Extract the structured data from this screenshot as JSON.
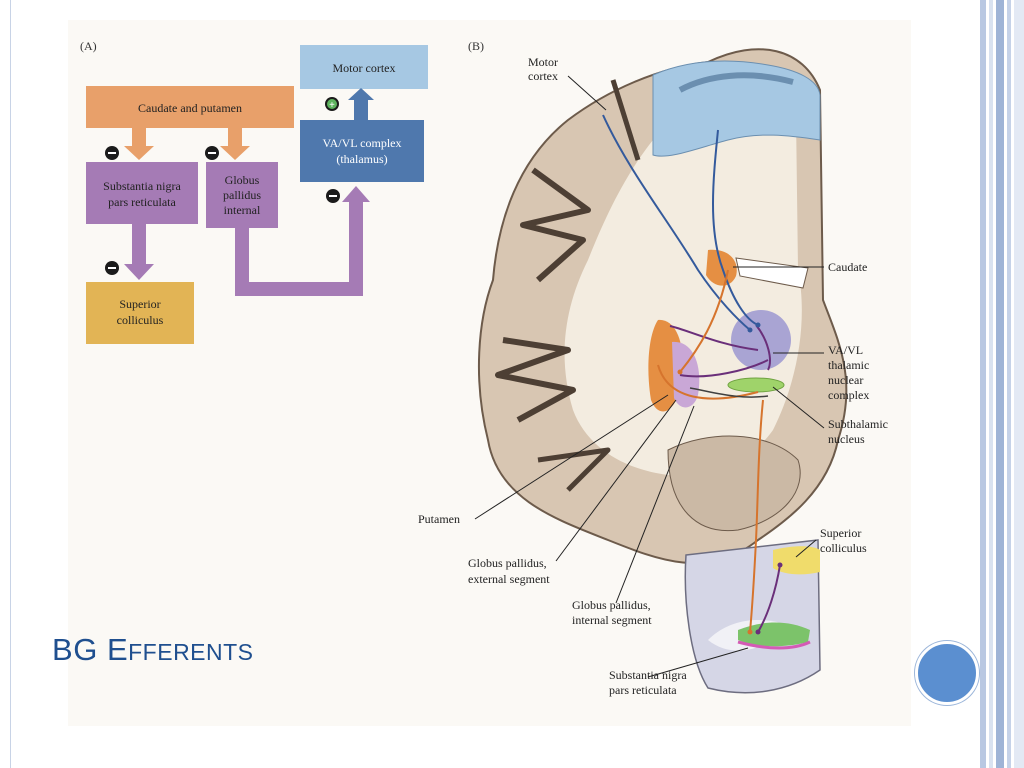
{
  "slide": {
    "title_first": "B",
    "title_rest": "G E",
    "title_text": "BG Efferents"
  },
  "panel_a": {
    "label": "(A)",
    "boxes": {
      "motor_cortex": "Motor cortex",
      "caudate_putamen": "Caudate and putamen",
      "va_vl_line1": "VA/VL complex",
      "va_vl_line2": "(thalamus)",
      "snr_line1": "Substantia nigra",
      "snr_line2": "pars reticulata",
      "gpi_line1": "Globus",
      "gpi_line2": "pallidus",
      "gpi_line3": "internal",
      "sc_line1": "Superior",
      "sc_line2": "colliculus"
    },
    "signs": {
      "excitatory": "+",
      "inhibitory": "−"
    }
  },
  "panel_b": {
    "label": "(B)",
    "labels": {
      "motor_cortex_1": "Motor",
      "motor_cortex_2": "cortex",
      "caudate": "Caudate",
      "vavl_1": "VA/VL",
      "vavl_2": "thalamic",
      "vavl_3": "nuclear",
      "vavl_4": "complex",
      "stn_1": "Subthalamic",
      "stn_2": "nucleus",
      "putamen": "Putamen",
      "gpe_1": "Globus pallidus,",
      "gpe_2": "external segment",
      "gpi_1": "Globus pallidus,",
      "gpi_2": "internal segment",
      "sc_1": "Superior",
      "sc_2": "colliculus",
      "snr_1": "Substantia nigra",
      "snr_2": "pars reticulata"
    }
  },
  "colors": {
    "orange": "#e8a06a",
    "purple": "#a57bb5",
    "blue_box": "#4f78ad",
    "light_blue": "#a6c8e3",
    "gold": "#e2b455",
    "title": "#1f4f8f",
    "accent_circle": "#5b8fd0"
  }
}
